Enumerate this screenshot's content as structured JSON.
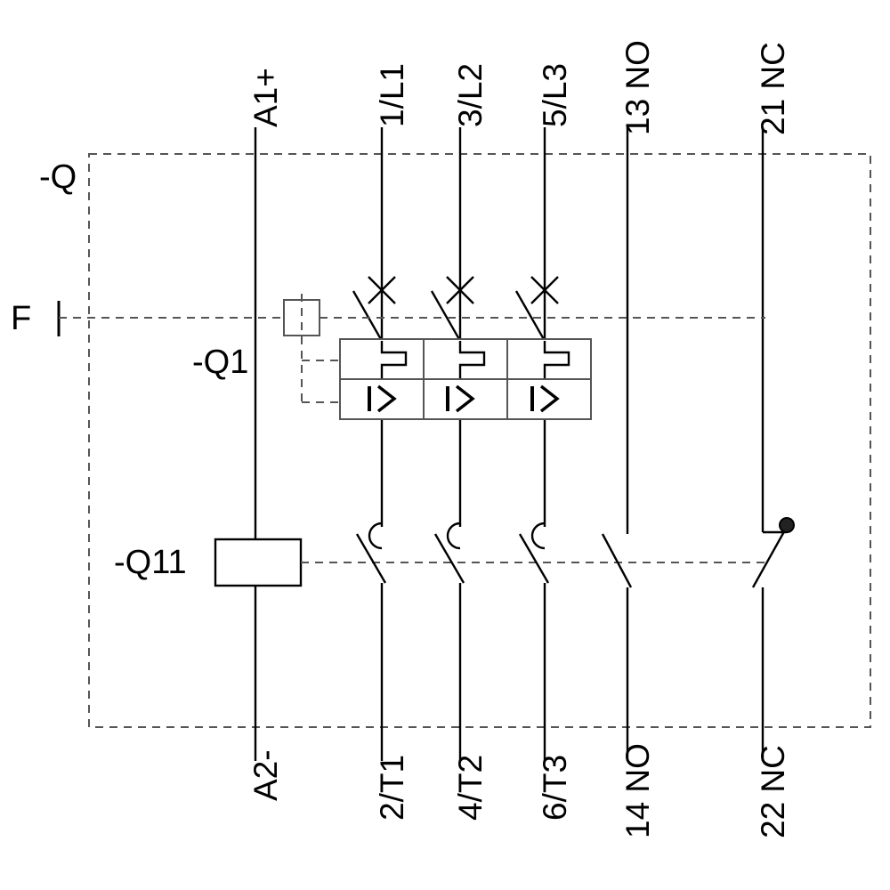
{
  "diagram": {
    "type": "electrical-schematic",
    "title": "",
    "description": "Circuit breaker motor starter protector schematic with thermal-magnetic release and contactor",
    "line_color": "#000000",
    "dashed_color": "#555555",
    "background": "#ffffff"
  },
  "enclosure": {
    "designation": "-Q",
    "style": "dashed"
  },
  "top_terminals": [
    {
      "label": "A1+",
      "name": "terminal-a1-plus"
    },
    {
      "label": "1/L1",
      "name": "terminal-1-l1"
    },
    {
      "label": "3/L2",
      "name": "terminal-3-l2"
    },
    {
      "label": "5/L3",
      "name": "terminal-5-l3"
    },
    {
      "label": "13 NO",
      "name": "terminal-13-no"
    },
    {
      "label": "21 NC",
      "name": "terminal-21-nc"
    }
  ],
  "bottom_terminals": [
    {
      "label": "A2-",
      "name": "terminal-a2-minus"
    },
    {
      "label": "2/T1",
      "name": "terminal-2-t1"
    },
    {
      "label": "4/T2",
      "name": "terminal-4-t2"
    },
    {
      "label": "6/T3",
      "name": "terminal-6-t3"
    },
    {
      "label": "14 NO",
      "name": "terminal-14-no"
    },
    {
      "label": "22 NC",
      "name": "terminal-22-nc"
    }
  ],
  "components": {
    "release_block": {
      "designation": "-Q1",
      "poles": 3,
      "thermal_symbol": "thermal-overload-release",
      "magnetic_symbol": "I>"
    },
    "coil": {
      "designation": "-Q11",
      "symbol": "contactor-coil-rectangle"
    },
    "test_link": {
      "label": "F",
      "symbol": "manual-operation-link"
    },
    "mechanical_link": {
      "symbol": "mechanical-coupling-square"
    },
    "main_contacts": {
      "count": 3,
      "type": "NO-main-contact-with-arc-suppression"
    },
    "aux_no_contact": {
      "type": "normally-open"
    },
    "aux_nc_contact": {
      "type": "normally-closed"
    },
    "disconnect_crosses": {
      "count": 3,
      "symbol": "X"
    }
  }
}
